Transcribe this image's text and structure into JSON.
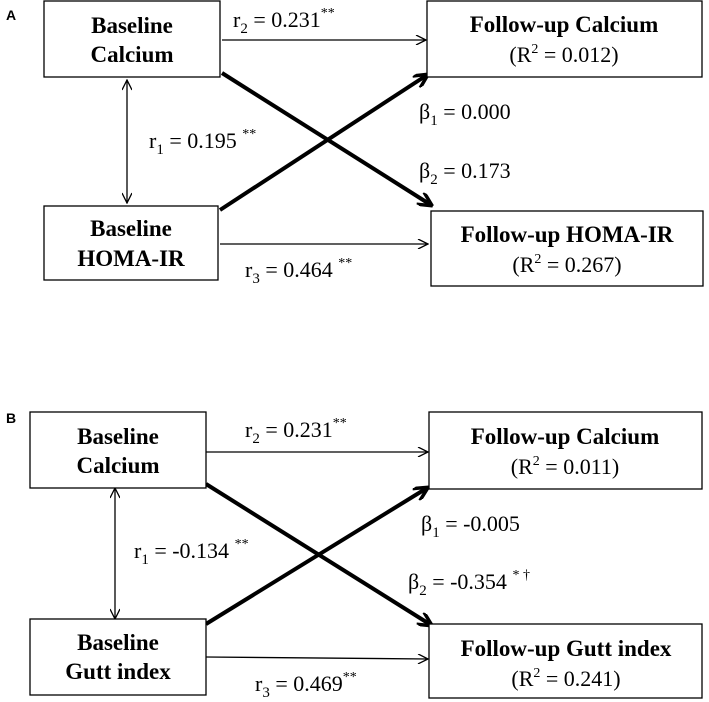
{
  "panels": [
    {
      "label": "A",
      "nodes": {
        "bl_calcium": {
          "line1": "Baseline",
          "line2": "Calcium"
        },
        "fu_calcium": {
          "line1": "Follow-up  Calcium",
          "r2_value": "0.012"
        },
        "bl_other": {
          "line1": "Baseline",
          "line2": "HOMA-IR"
        },
        "fu_other": {
          "line1": "Follow-up HOMA-IR",
          "r2_value": "0.267"
        }
      },
      "paths": {
        "r1": {
          "symbol": "r",
          "index": "1",
          "value": " = 0.195 ",
          "mark": "**"
        },
        "r2": {
          "symbol": "r",
          "index": "2",
          "value": " = 0.231",
          "mark": "**"
        },
        "r3": {
          "symbol": "r",
          "index": "3",
          "value": " = 0.464 ",
          "mark": "**"
        },
        "b1": {
          "symbol": "β",
          "index": "1",
          "value": " = 0.000",
          "mark": ""
        },
        "b2": {
          "symbol": "β",
          "index": "2",
          "value": " = 0.173",
          "mark": ""
        }
      }
    },
    {
      "label": "B",
      "nodes": {
        "bl_calcium": {
          "line1": "Baseline",
          "line2": "Calcium"
        },
        "fu_calcium": {
          "line1": "Follow-up  Calcium",
          "r2_value": "0.011"
        },
        "bl_other": {
          "line1": "Baseline",
          "line2": "Gutt index"
        },
        "fu_other": {
          "line1": "Follow-up Gutt index",
          "r2_value": "0.241"
        }
      },
      "paths": {
        "r1": {
          "symbol": "r",
          "index": "1",
          "value": " = -0.134 ",
          "mark": "**"
        },
        "r2": {
          "symbol": "r",
          "index": "2",
          "value": " = 0.231",
          "mark": "**"
        },
        "r3": {
          "symbol": "r",
          "index": "3",
          "value": " = 0.469",
          "mark": "**"
        },
        "b1": {
          "symbol": "β",
          "index": "1",
          "value": " = -0.005",
          "mark": ""
        },
        "b2": {
          "symbol": "β",
          "index": "2",
          "value": " = -0.354 ",
          "mark": "* †"
        }
      }
    }
  ]
}
